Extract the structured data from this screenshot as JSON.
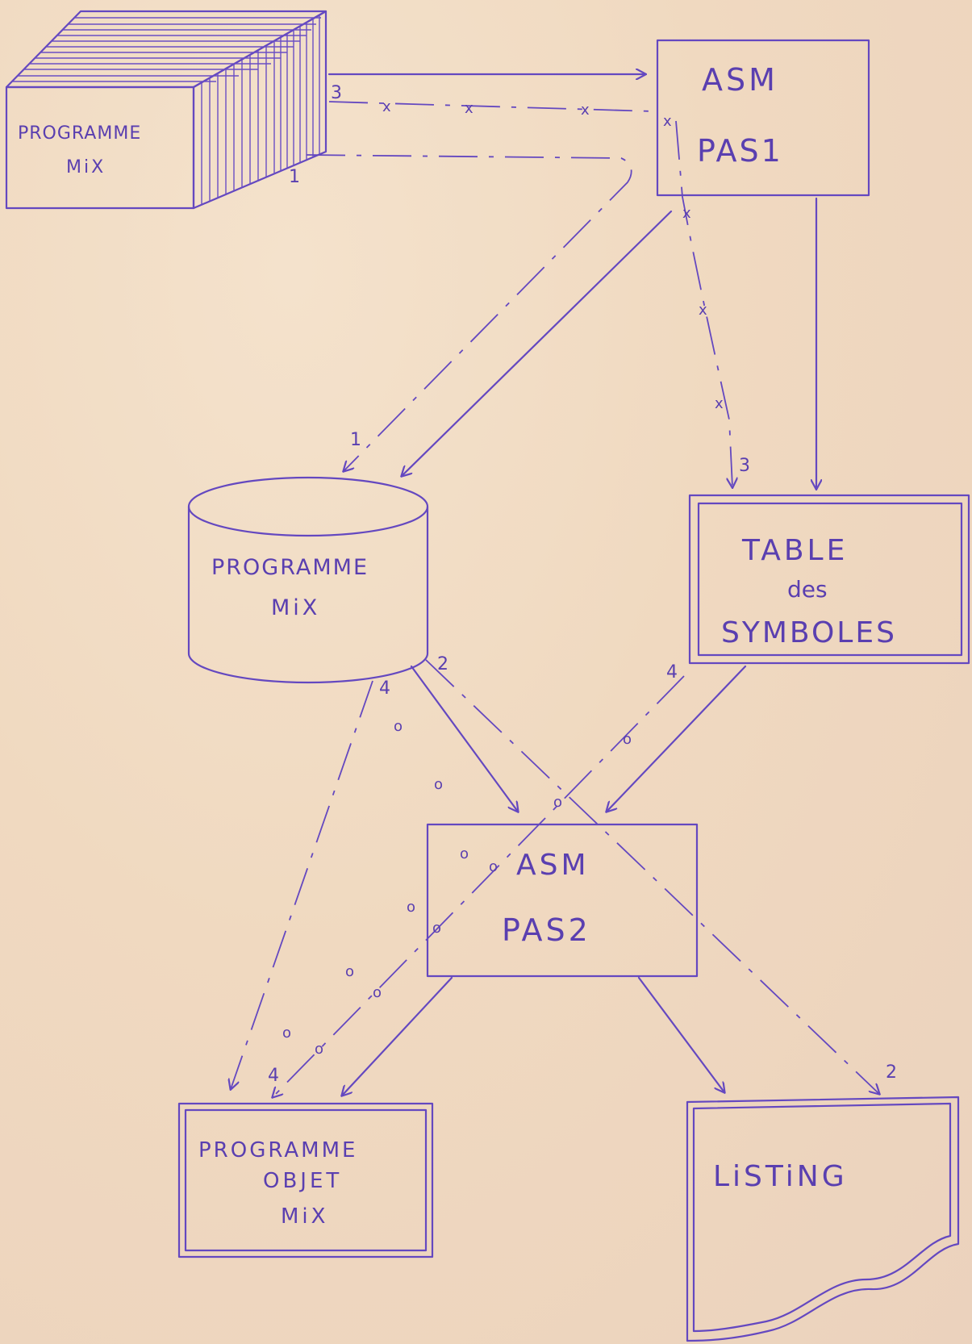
{
  "nodes": {
    "card_deck": {
      "line1": "PROGRAMME",
      "line2": "MiX"
    },
    "pass1": {
      "line1": "ASM",
      "line2": "PAS1"
    },
    "disk": {
      "line1": "PROGRAMME",
      "line2": "MiX"
    },
    "symbol_table": {
      "line1": "TABLE",
      "line2": "des",
      "line3": "SYMBOLES"
    },
    "pass2": {
      "line1": "ASM",
      "line2": "PAS2"
    },
    "object": {
      "line1": "PROGRAMME",
      "line2": "OBJET",
      "line3": "MiX"
    },
    "listing": {
      "line1": "LiSTiNG"
    }
  },
  "path_labels": {
    "deck_3": "3",
    "deck_1": "1",
    "disk_1": "1",
    "table_3": "3",
    "disk_2": "2",
    "disk_4": "4",
    "table_4": "4",
    "object_4": "4",
    "listing_2": "2"
  },
  "colors": {
    "ink": "#6448c0",
    "paper": "#f1dcc4"
  }
}
